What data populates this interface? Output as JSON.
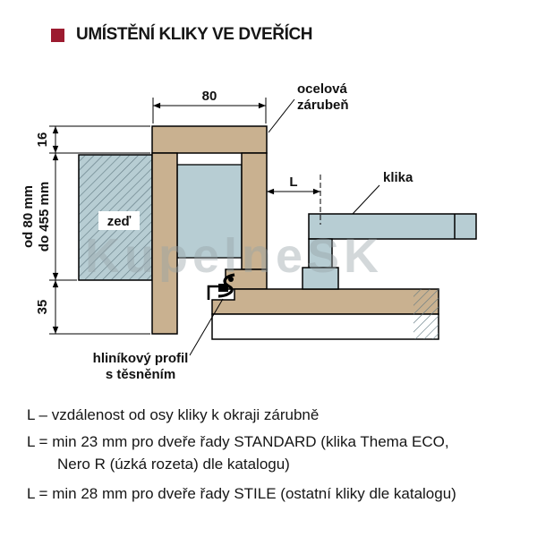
{
  "header": {
    "title": "UMÍSTĚNÍ KLIKY VE DVEŘÍCH",
    "accent_color": "#9c1b30"
  },
  "diagram": {
    "labels": {
      "steel_frame_line1": "ocelová",
      "steel_frame_line2": "zárubeň",
      "handle": "klika",
      "wall": "zeď",
      "seal_line1": "hliníkový profil",
      "seal_line2": "s těsněním"
    },
    "dimensions": {
      "frame_width": "80",
      "frame_face": "16",
      "wall_thickness_min": "od 80 mm",
      "wall_thickness_max": "do 455 mm",
      "bottom_offset": "35",
      "handle_offset": "L"
    },
    "watermark": "KupelneSK",
    "colors": {
      "frame": "#c9b190",
      "surface": "#b7cdd3"
    }
  },
  "notes": {
    "line1": "L – vzdálenost od osy kliky k okraji zárubně",
    "line2": "L = min 23 mm pro dveře řady STANDARD (klika Thema ECO,",
    "line3": "Nero R (úzká rozeta) dle katalogu)",
    "line4": "L = min 28 mm pro dveře řady STILE (ostatní kliky dle katalogu)"
  }
}
